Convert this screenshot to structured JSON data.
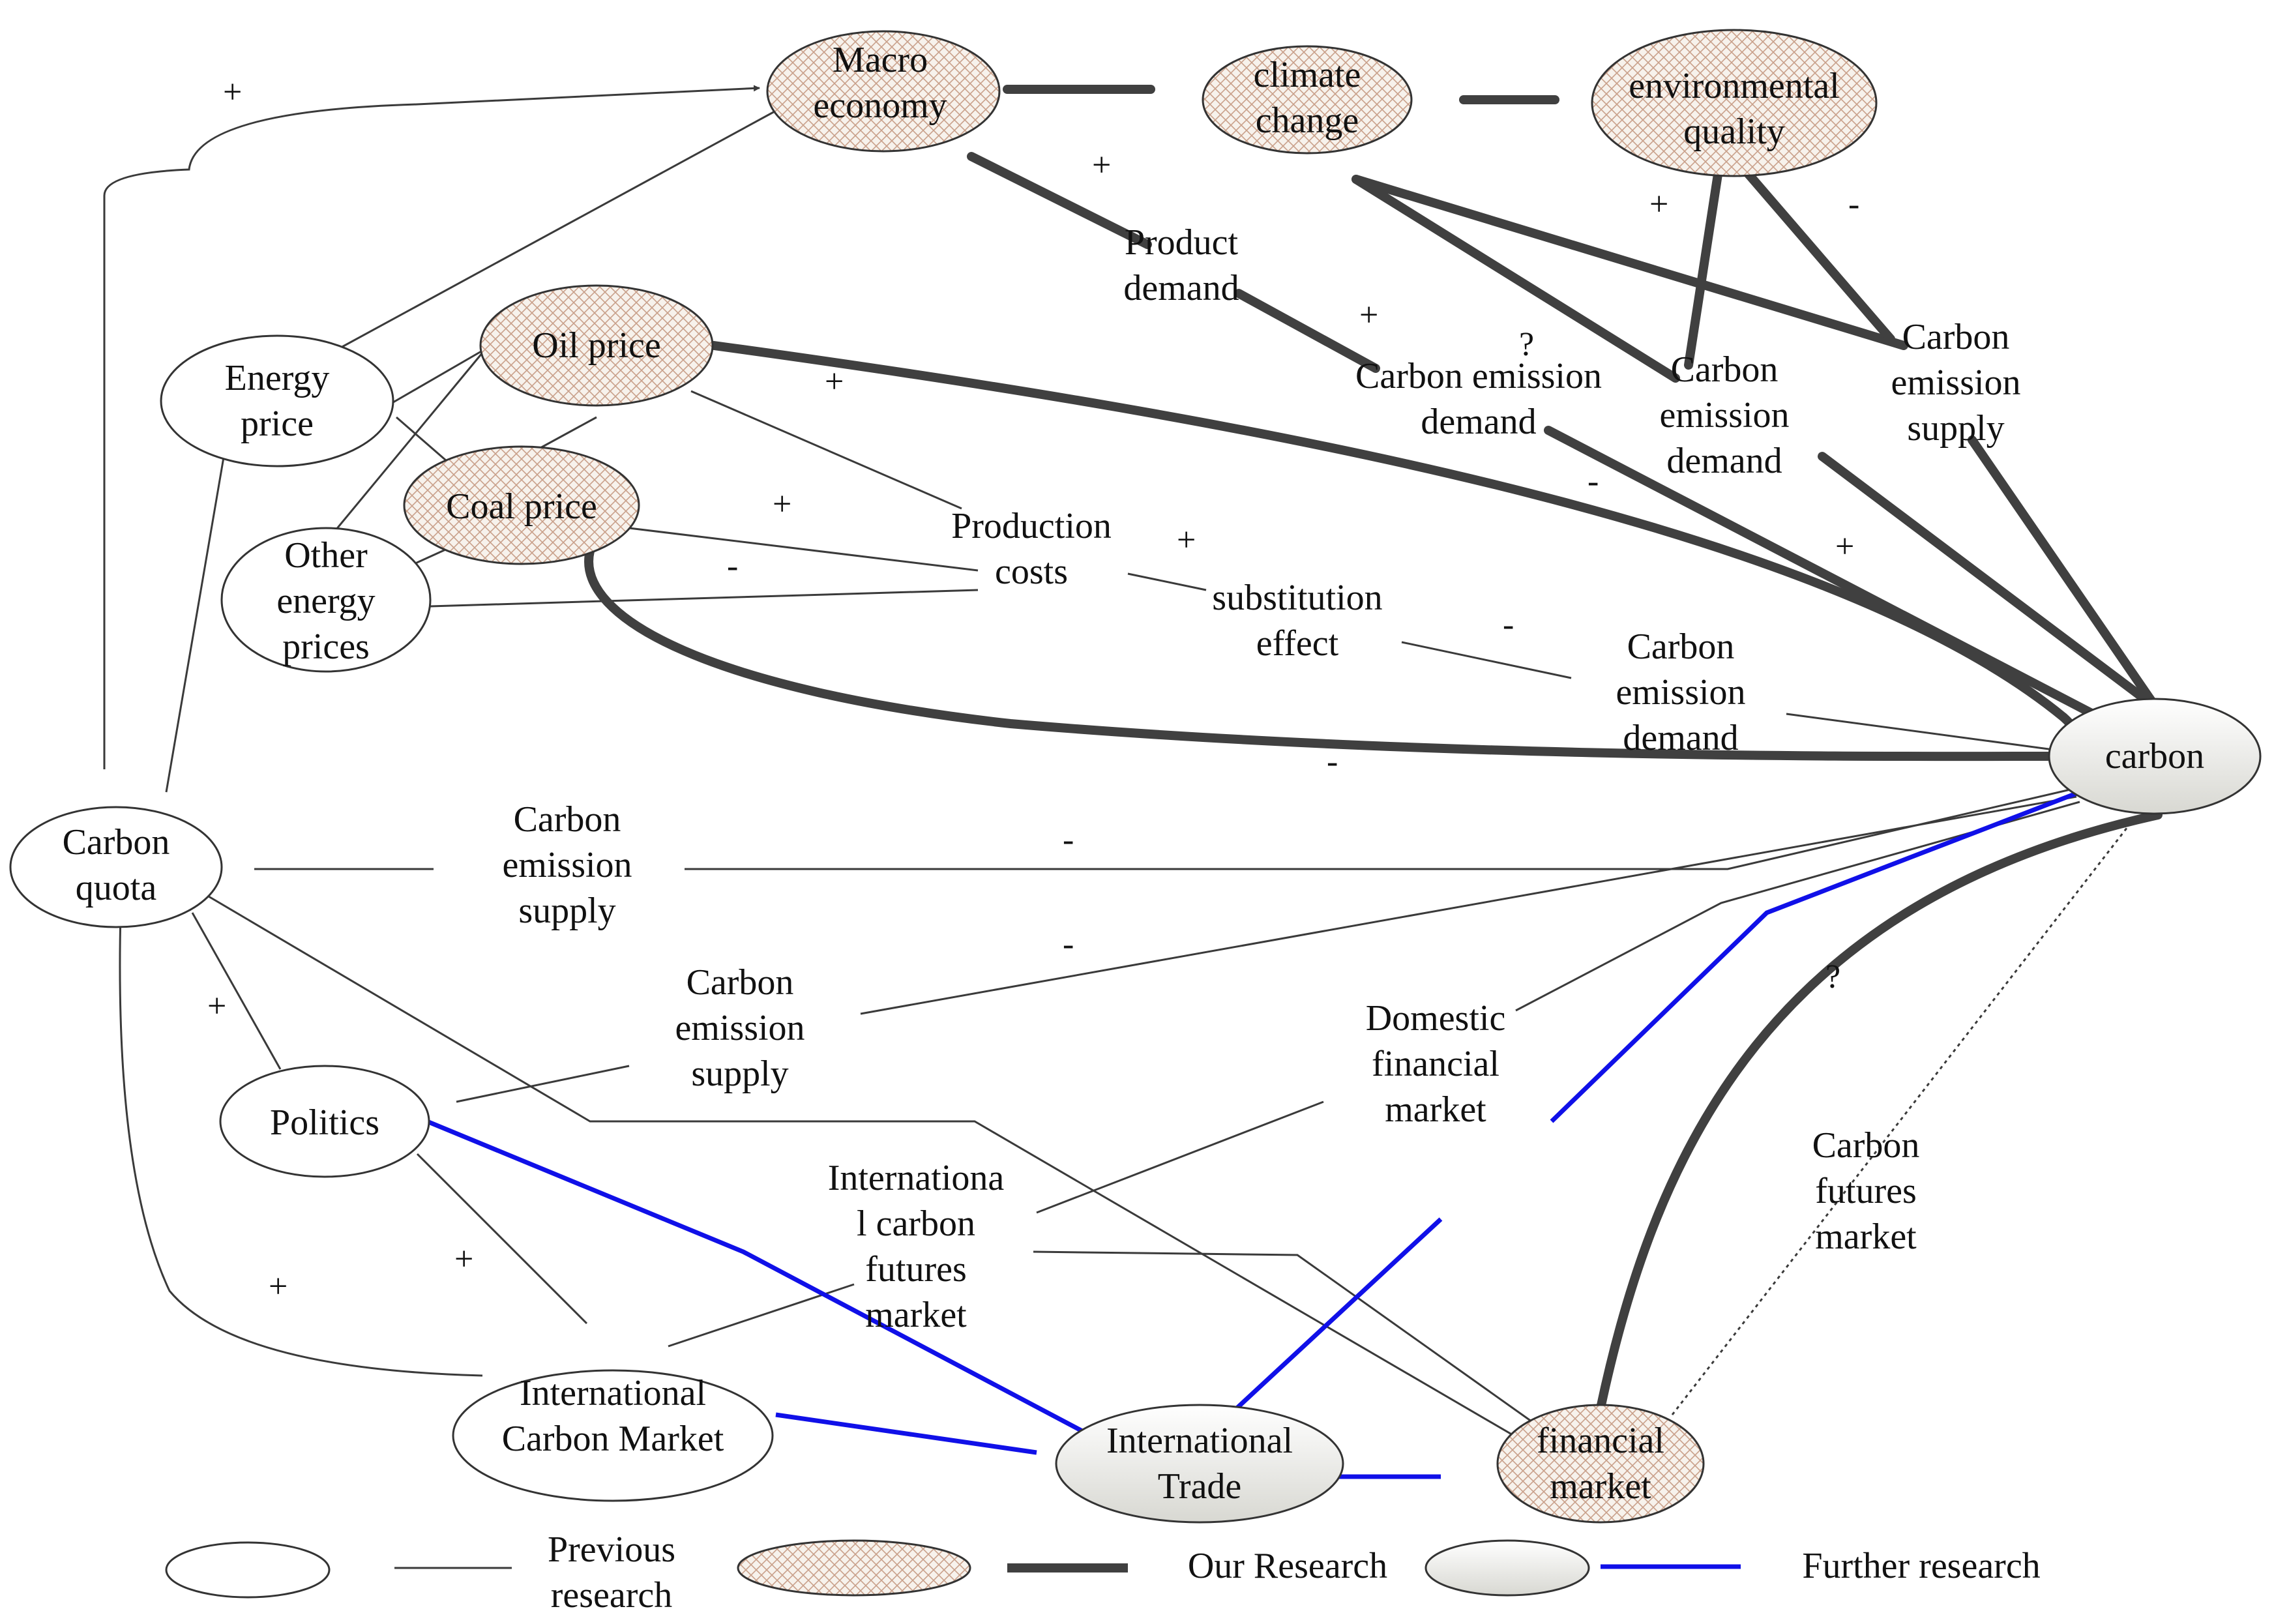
{
  "nodes": {
    "macro_economy": [
      "Macro",
      "economy"
    ],
    "climate_change": [
      "climate",
      "change"
    ],
    "environmental_quality": [
      "environmental",
      "quality"
    ],
    "oil_price": [
      "Oil price"
    ],
    "energy_price": [
      "Energy",
      "price"
    ],
    "coal_price": [
      "Coal price"
    ],
    "other_energy_prices": [
      "Other",
      "energy",
      "prices"
    ],
    "carbon": [
      "carbon"
    ],
    "carbon_quota": [
      "Carbon",
      "quota"
    ],
    "politics": [
      "Politics"
    ],
    "international_carbon_market": [
      "International",
      "Carbon Market"
    ],
    "international_trade": [
      "International",
      "Trade"
    ],
    "financial_market": [
      "financial",
      "market"
    ]
  },
  "labels": {
    "product_demand": [
      "Product",
      "demand"
    ],
    "carbon_emission_demand_1": [
      "Carbon emission",
      "demand"
    ],
    "carbon_emission_demand_2": [
      "Carbon",
      "emission",
      "demand"
    ],
    "carbon_emission_supply_top": [
      "Carbon",
      "emission",
      "supply"
    ],
    "production_costs": [
      "Production",
      "costs"
    ],
    "substitution_effect": [
      "substitution",
      "effect"
    ],
    "carbon_emission_demand_3": [
      "Carbon",
      "emission",
      "demand"
    ],
    "carbon_emission_supply_mid": [
      "Carbon",
      "emission",
      "supply"
    ],
    "carbon_emission_supply_low": [
      "Carbon",
      "emission",
      "supply"
    ],
    "domestic_financial_market": [
      "Domestic",
      "financial",
      "market"
    ],
    "international_carbon_futures_market": [
      "Internationa",
      "l carbon",
      "futures",
      "market"
    ],
    "carbon_futures_market": [
      "Carbon",
      "futures",
      "market"
    ]
  },
  "signs": {
    "quota_macro": "+",
    "macro_product": "+",
    "product_demand": "+",
    "question_demand": "?",
    "climate_supply": "+",
    "env_supply": "-",
    "oil_costs": "+",
    "coal_costs": "+",
    "other_costs": "-",
    "costs_substitution": "+",
    "substitution_demand": "-",
    "demand_carbon": "-",
    "supply_carbon": "+",
    "coal_carbon": "-",
    "quota_supply": "-",
    "politics_supply": "-",
    "futures_question": "?",
    "quota_politics": "+",
    "politics_intl": "+",
    "quota_intl": "+"
  },
  "legend": {
    "previous": [
      "Previous",
      "research"
    ],
    "ours": "Our Research",
    "further": "Further research"
  },
  "colors": {
    "further_research_line": "#1010e8",
    "our_research_line": "#404040",
    "hatch_stroke": "#c9a08a",
    "node_fill_hatch": "#f7f2ec",
    "node_fill_gradient_start": "#ffffff",
    "node_fill_gradient_end": "#d8d8d2"
  }
}
